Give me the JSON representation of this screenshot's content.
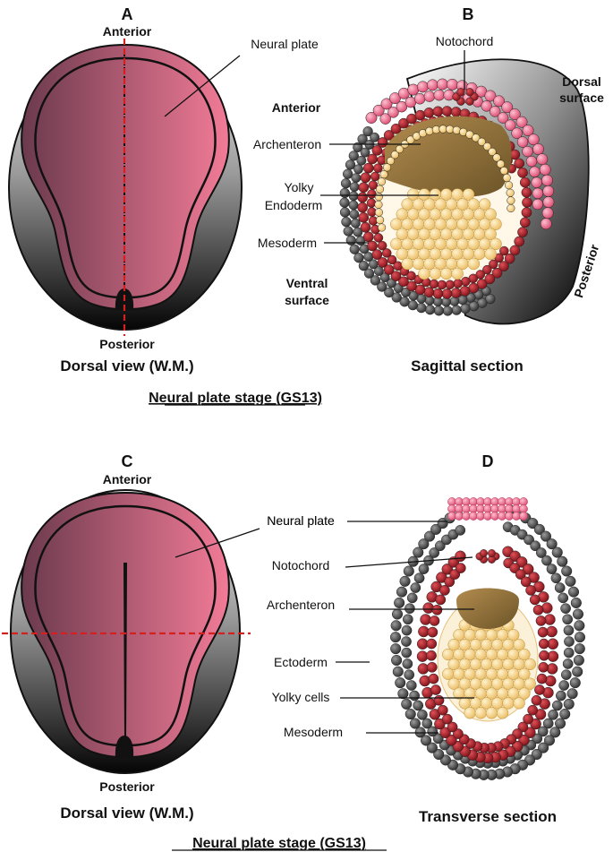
{
  "panel_a": {
    "letter": "A",
    "anterior": "Anterior",
    "posterior": "Posterior",
    "neural_plate": "Neural plate",
    "caption": "Dorsal view (W.M.)"
  },
  "panel_b": {
    "letter": "B",
    "notochord": "Notochord",
    "dorsal_surface_1": "Dorsal",
    "dorsal_surface_2": "surface",
    "anterior": "Anterior",
    "archenteron": "Archenteron",
    "yolky_endoderm_1": "Yolky",
    "yolky_endoderm_2": "Endoderm",
    "mesoderm": "Mesoderm",
    "ventral_surface_1": "Ventral",
    "ventral_surface_2": "surface",
    "posterior": "Posterior",
    "caption": "Sagittal section"
  },
  "stage_top": "Neural plate stage (GS13)",
  "panel_c": {
    "letter": "C",
    "anterior": "Anterior",
    "posterior": "Posterior",
    "neural_plate": "Neural plate",
    "caption": "Dorsal view (W.M.)"
  },
  "panel_d": {
    "letter": "D",
    "neural_plate": "Neural plate",
    "notochord": "Notochord",
    "archenteron": "Archenteron",
    "ectoderm": "Ectoderm",
    "yolky_cells": "Yolky cells",
    "mesoderm": "Mesoderm",
    "caption": "Transverse section"
  },
  "stage_bottom": "Neural plate stage (GS13)",
  "colors": {
    "ectoderm": "#4a4a4a",
    "neural_plate": "#e8678a",
    "mesoderm": "#a51d24",
    "yolk": "#f3d18a",
    "archenteron": "#a6814b",
    "plate_gradient_dark": "#6e3a4e",
    "plate_gradient_light": "#f07a95",
    "section_line": "#d62020"
  }
}
